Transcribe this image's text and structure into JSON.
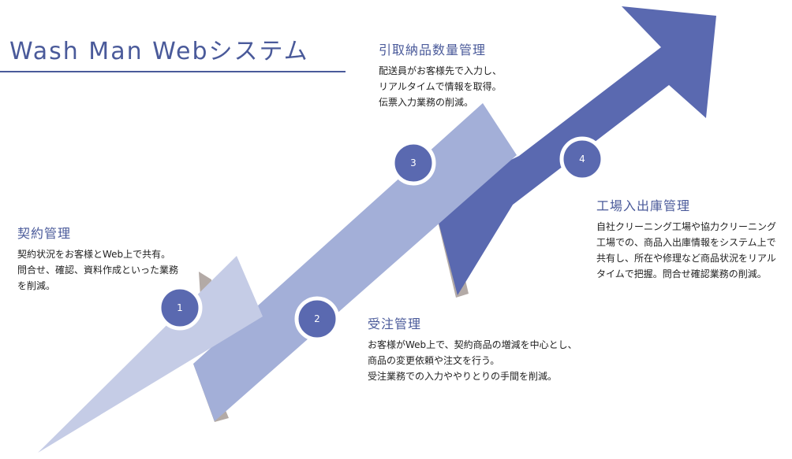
{
  "title": "Wash Man Webシステム",
  "colors": {
    "title": "#4a5a9a",
    "arrow_light": "#c5cce6",
    "arrow_mid": "#a3afd8",
    "arrow_dark": "#5a69b0",
    "shadow": "#b3aaa6",
    "badge": "#5a69b0",
    "badge_ring": "#ffffff"
  },
  "steps": [
    {
      "number": "1",
      "heading": "契約管理",
      "lines": [
        "契約状況をお客様とWeb上で共有。",
        "問合せ、確認、資料作成といった業務",
        "を削減。"
      ]
    },
    {
      "number": "2",
      "heading": "受注管理",
      "lines": [
        "お客様がWeb上で、契約商品の増減を中心とし、",
        "商品の変更依頼や注文を行う。",
        "受注業務での入力ややりとりの手間を削減。"
      ]
    },
    {
      "number": "3",
      "heading": "引取納品数量管理",
      "lines": [
        "配送員がお客様先で入力し、",
        "リアルタイムで情報を取得。",
        "伝票入力業務の削減。"
      ]
    },
    {
      "number": "4",
      "heading": "工場入出庫管理",
      "lines": [
        "自社クリーニング工場や協力クリーニング",
        "工場での、商品入出庫情報をシステム上で",
        "共有し、所在や修理など商品状況をリアル",
        "タイムで把握。問合せ確認業務の削減。"
      ]
    }
  ]
}
